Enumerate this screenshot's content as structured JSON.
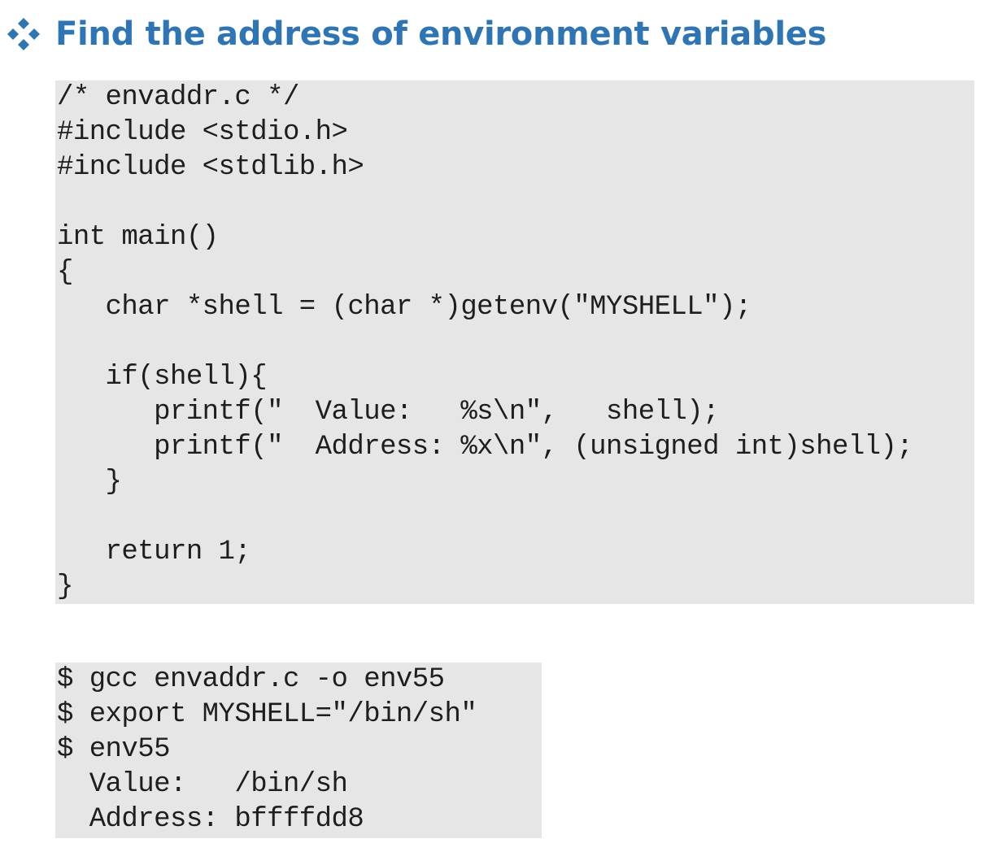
{
  "slide": {
    "bullet_icon": "diamond-cluster-bullet-icon",
    "title": "Find the address of environment variables",
    "accent_color": "#2e75b6",
    "code_background": "#e6e6e6"
  },
  "source_code": {
    "lines": [
      "/* envaddr.c */",
      "#include <stdio.h>",
      "#include <stdlib.h>",
      "",
      "int main()",
      "{",
      "   char *shell = (char *)getenv(\"MYSHELL\");",
      "",
      "   if(shell){",
      "      printf(\"  Value:   %s\\n\",   shell);",
      "      printf(\"  Address: %x\\n\", (unsigned int)shell);",
      "   }",
      "",
      "   return 1;",
      "}"
    ]
  },
  "terminal": {
    "lines": [
      "$ gcc envaddr.c -o env55",
      "$ export MYSHELL=\"/bin/sh\"",
      "$ env55",
      "  Value:   /bin/sh",
      "  Address: bffffdd8"
    ]
  }
}
